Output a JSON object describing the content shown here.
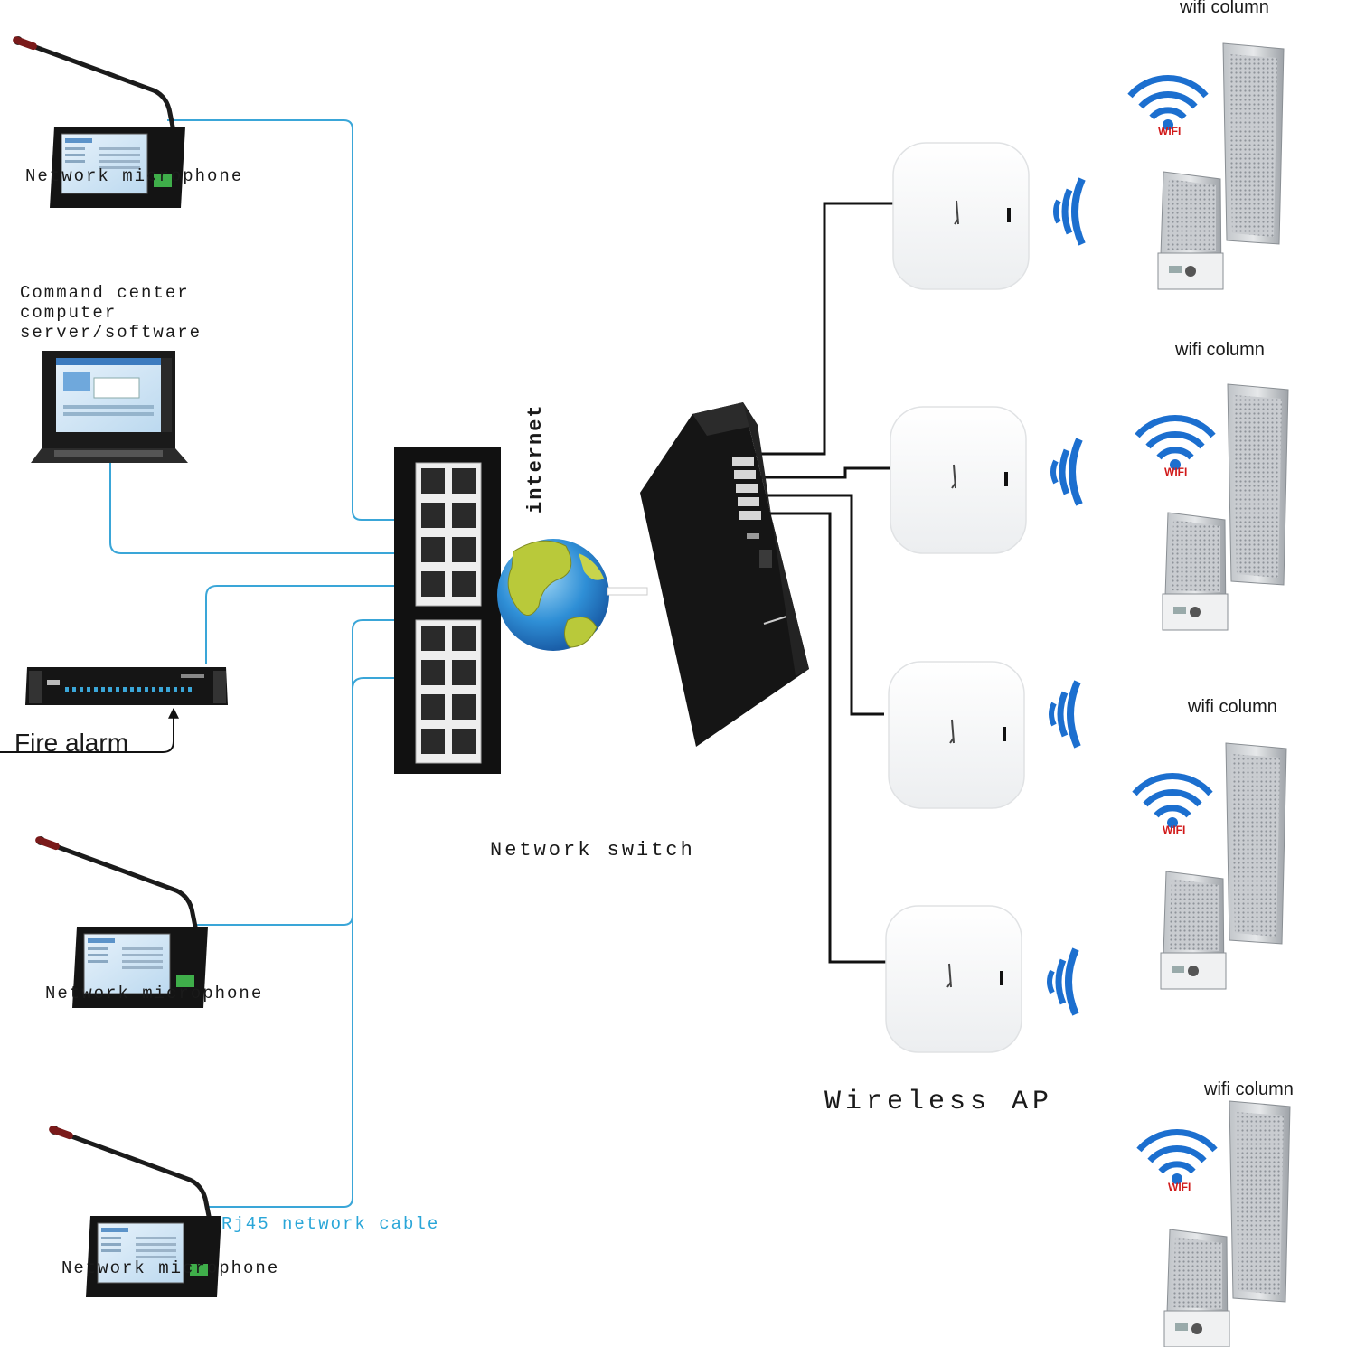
{
  "labels": {
    "mic_top": "Network microphone",
    "command_center": [
      "Command center",
      "computer",
      "server/software"
    ],
    "fire_alarm": "Fire alarm",
    "mic_mid": "Network microphone",
    "mic_bottom": "Network microphone",
    "cable": "Rj45 network cable",
    "internet": "internet",
    "network_switch": "Network switch",
    "wireless_ap": "Wireless AP",
    "wifi_column": "wifi column",
    "wifi_badge": "WIFI"
  },
  "colors": {
    "cable_blue": "#3aa6d8",
    "cable_black": "#111111",
    "wifi_blue": "#1c6fcf",
    "wifi_red": "#d11a1a",
    "device_black": "#111111"
  },
  "icons": {
    "microphone": "network-microphone-icon",
    "server": "rack-computer-icon",
    "fire_alarm": "fire-alarm-controller-icon",
    "switch16": "16-port-switch-icon",
    "globe": "globe-icon",
    "poe_switch": "poe-switch-icon",
    "ap": "wireless-access-point-icon",
    "signal": "wireless-signal-icon",
    "wifi": "wifi-icon",
    "speaker": "column-speaker-icon"
  }
}
